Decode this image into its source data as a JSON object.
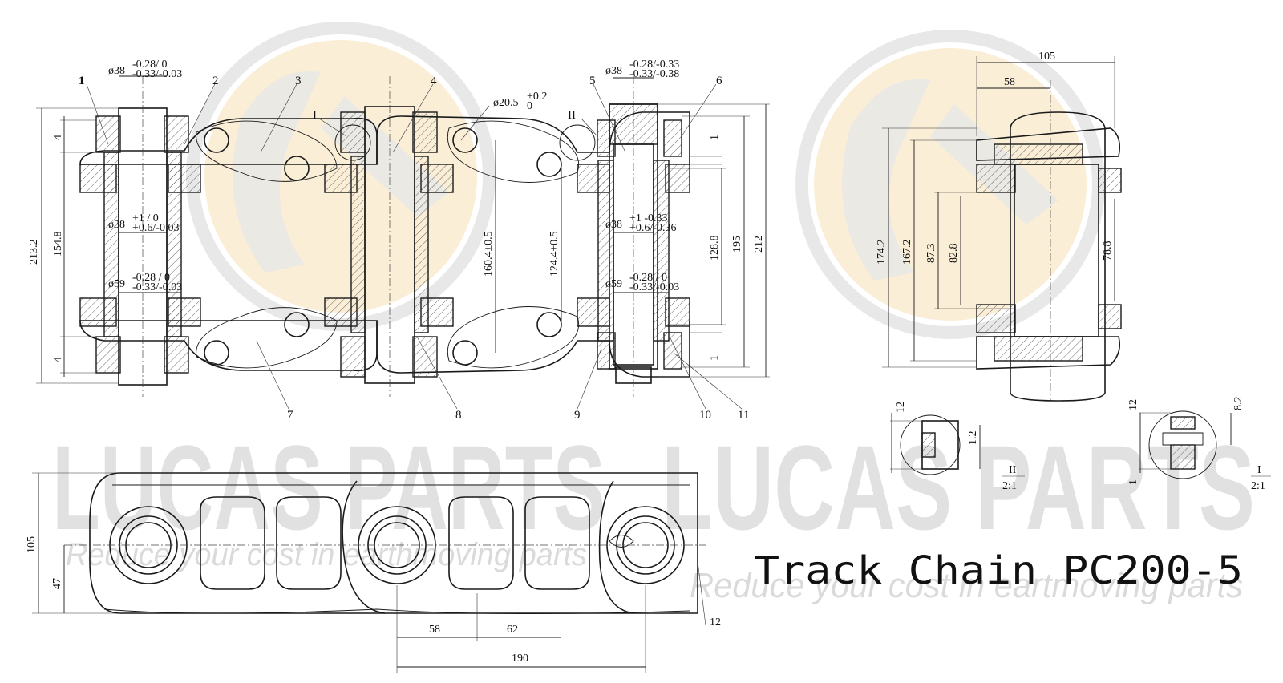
{
  "title": "Track Chain PC200-5",
  "watermark": {
    "brand": "LUCAS PARTS",
    "slogan": "Reduce your cost in earthmoving parts",
    "slogan_right": "Reduce your cost in eartmoving parts",
    "logo_color": "#f7d9a6",
    "logo_ring": "#e6e6e6"
  },
  "part_numbers": [
    "1",
    "2",
    "3",
    "4",
    "5",
    "6",
    "7",
    "8",
    "9",
    "10",
    "11"
  ],
  "detail_marks": {
    "detail_I": "I",
    "detail_II": "II"
  },
  "dimensions": {
    "pin_dia_top_1": "ø38",
    "pin_tol_top_1a": "-0.28/ 0",
    "pin_tol_top_1b": "-0.33/-0.03",
    "pin_dia_top_2": "ø38",
    "pin_tol_top_2a": "-0.28/-0.33",
    "pin_tol_top_2b": "-0.33/-0.38",
    "hole_dia": "ø20.5",
    "hole_tol_a": "+0.2",
    "hole_tol_b": "0",
    "bush_dia_1": "ø38",
    "bush_tol_1a": "+1 / 0",
    "bush_tol_1b": "+0.6/-0.03",
    "bush_dia_2": "ø38",
    "bush_tol_2a": "+1 -0.33",
    "bush_tol_2b": "+0.6/-0.36",
    "outer_dia_1": "ø59",
    "outer_tol_1a": "-0.28 / 0",
    "outer_tol_1b": "-0.33/-0.03",
    "outer_dia_2": "ø59",
    "outer_tol_2a": "-0.28 / 0",
    "outer_tol_2b": "-0.33/-0.03",
    "d_213_2": "213.2",
    "d_154_8": "154.8",
    "d_4_top": "4",
    "d_4_bot": "4",
    "d_160_4": "160.4±0.5",
    "d_124_4": "124.4±0.5",
    "d_128_8": "128.8",
    "d_195": "195",
    "d_212": "212",
    "d_1_top": "1",
    "d_1_bot": "1",
    "r_105": "105",
    "r_58": "58",
    "r_174_2": "174.2",
    "r_167_2": "167.2",
    "r_87_3": "87.3",
    "r_82_8": "82.8",
    "r_78_8": "78.8",
    "det2_12": "12",
    "det2_1_2": "1.2",
    "det2_label": "II",
    "det2_scale": "2:1",
    "det1_12": "12",
    "det1_8_2": "8.2",
    "det1_1": "1",
    "det1_label": "I",
    "det1_scale": "2:1",
    "s_105": "105",
    "s_47": "47",
    "s_58": "58",
    "s_62": "62",
    "s_190": "190",
    "s_12": "12"
  }
}
